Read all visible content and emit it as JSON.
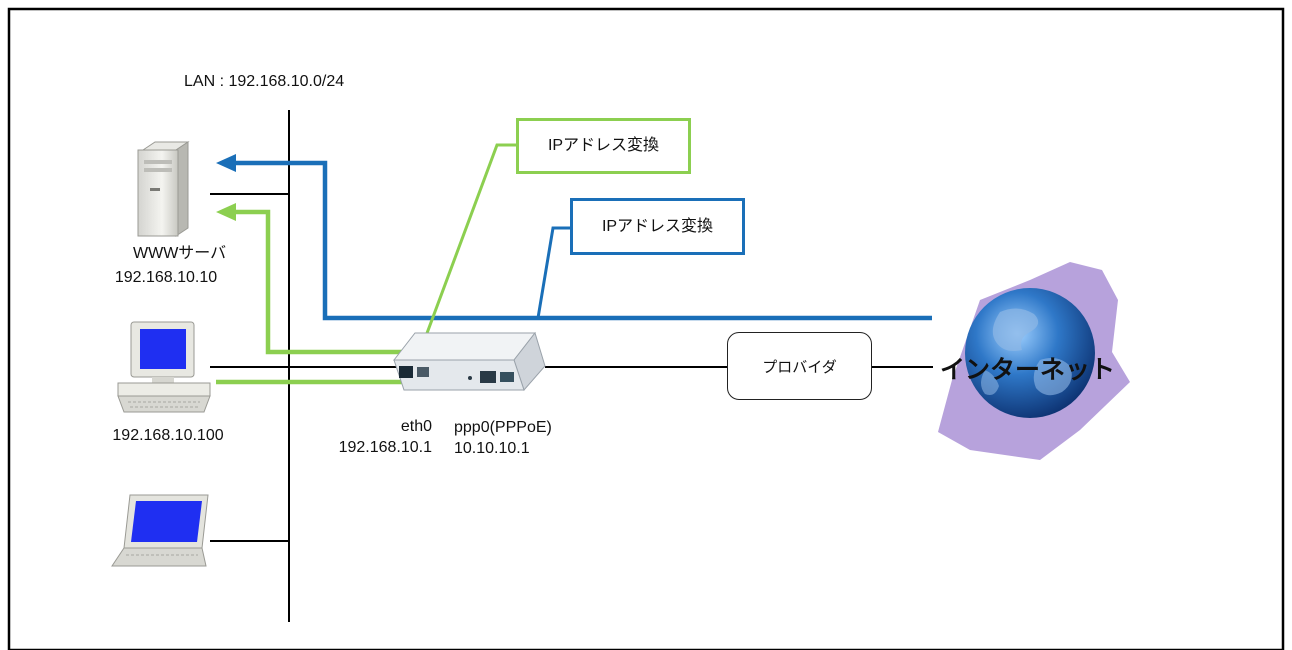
{
  "lan_label": "LAN : 192.168.10.0/24",
  "www_server": {
    "name": "WWWサーバ",
    "ip": "192.168.10.10"
  },
  "pc": {
    "ip": "192.168.10.100"
  },
  "router": {
    "lan_if": "eth0",
    "lan_ip": "192.168.10.1",
    "wan_if": "ppp0(PPPoE)",
    "wan_ip": "10.10.10.1"
  },
  "callout_green": "IPアドレス変換",
  "callout_blue": "IPアドレス変換",
  "provider": "プロバイダ",
  "internet": "インターネット",
  "colors": {
    "green": "#8ccf50",
    "blue": "#1a6fb8",
    "frame": "#000000",
    "globe": "#1c55a8",
    "brush": "#b7a2dc"
  }
}
